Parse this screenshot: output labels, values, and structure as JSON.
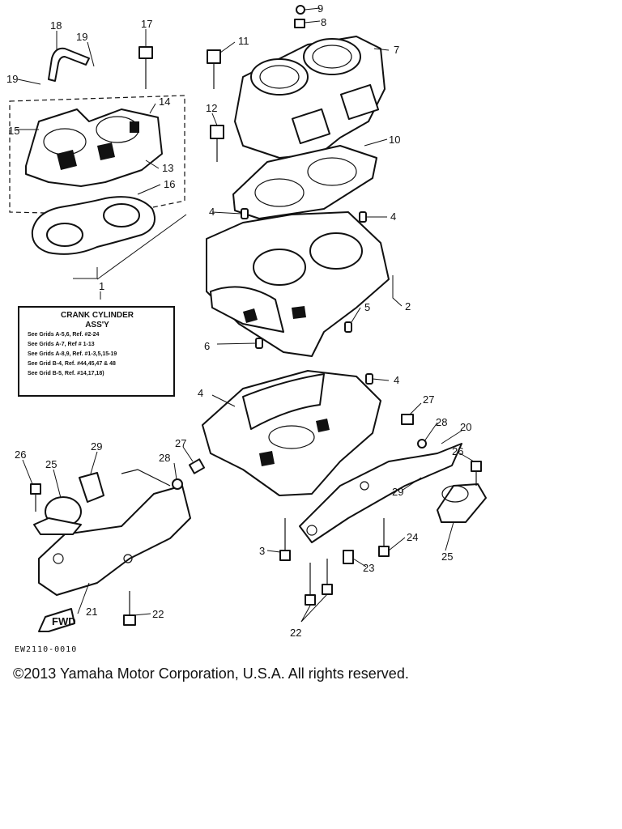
{
  "diagram": {
    "info_box": {
      "title_line1": "CRANK CYLINDER",
      "title_line2": "ASS'Y",
      "refs": [
        "See Grids A-5,6, Ref. #2-24",
        "See Grids A-7, Ref # 1-13",
        "See Grids A-8,9, Ref. #1-3,5,15-19",
        "See Grid B-4, Ref. #44,45,47 & 48",
        "See Grid B-5, Ref. #14,17,18)"
      ]
    },
    "callouts": {
      "c1": "1",
      "c2": "2",
      "c3": "3",
      "c4a": "4",
      "c4b": "4",
      "c4c": "4",
      "c4d": "4",
      "c5": "5",
      "c6": "6",
      "c7": "7",
      "c8": "8",
      "c9": "9",
      "c10": "10",
      "c11": "11",
      "c12": "12",
      "c13": "13",
      "c14": "14",
      "c15": "15",
      "c16": "16",
      "c17": "17",
      "c18": "18",
      "c19a": "19",
      "c19b": "19",
      "c20": "20",
      "c21": "21",
      "c22a": "22",
      "c22b": "22",
      "c23": "23",
      "c24": "24",
      "c25a": "25",
      "c25b": "25",
      "c26a": "26",
      "c26b": "26",
      "c27a": "27",
      "c27b": "27",
      "c28a": "28",
      "c28b": "28",
      "c29a": "29",
      "c29b": "29"
    },
    "fwd_label": "FWD",
    "drawing_code": "EW2110-0010"
  },
  "footer": {
    "copyright": "©2013 Yamaha Motor Corporation, U.S.A. All rights reserved."
  }
}
